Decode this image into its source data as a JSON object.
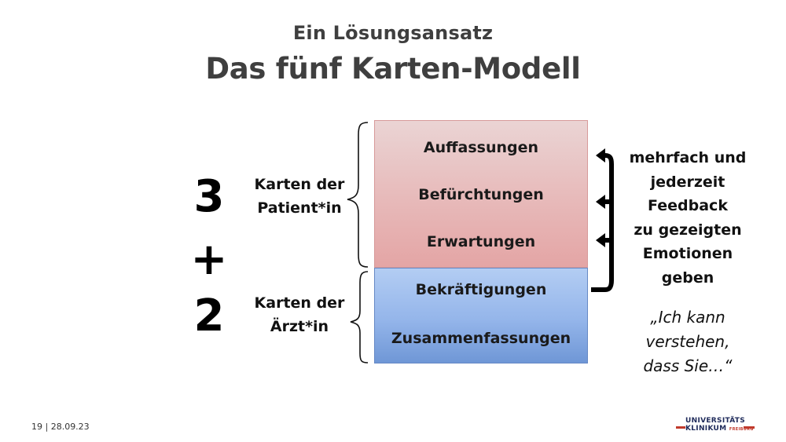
{
  "header": {
    "subtitle": "Ein Lösungsansatz",
    "title": "Das fünf Karten-Modell"
  },
  "left": {
    "num_patient": "3",
    "plus": "+",
    "num_doctor": "2",
    "patient_label_line1": "Karten der",
    "patient_label_line2": "Patient*in",
    "doctor_label_line1": "Karten der",
    "doctor_label_line2": "Ärzt*in"
  },
  "cards": {
    "patient": [
      "Auffassungen",
      "Befürchtungen",
      "Erwartungen"
    ],
    "doctor": [
      "Bekräftigungen",
      "Zusammenfassungen"
    ]
  },
  "feedback": {
    "lines": [
      "mehrfach und",
      "jederzeit",
      "Feedback",
      "zu gezeigten",
      "Emotionen",
      "geben"
    ]
  },
  "quote": {
    "lines": [
      "„Ich kann",
      "verstehen,",
      "dass Sie…“"
    ]
  },
  "footer": {
    "page": "19 | 28.09.23",
    "logo_line1": "UNIVERSITÄTS",
    "logo_line2": "KLINIKUM",
    "logo_sub": "FREIBURG"
  },
  "colors": {
    "patient_box": "#e7b9b9",
    "doctor_box": "#94b5ea",
    "title": "#3f3f3f",
    "logo_blue": "#1e2a5a",
    "logo_red": "#c0392b"
  }
}
